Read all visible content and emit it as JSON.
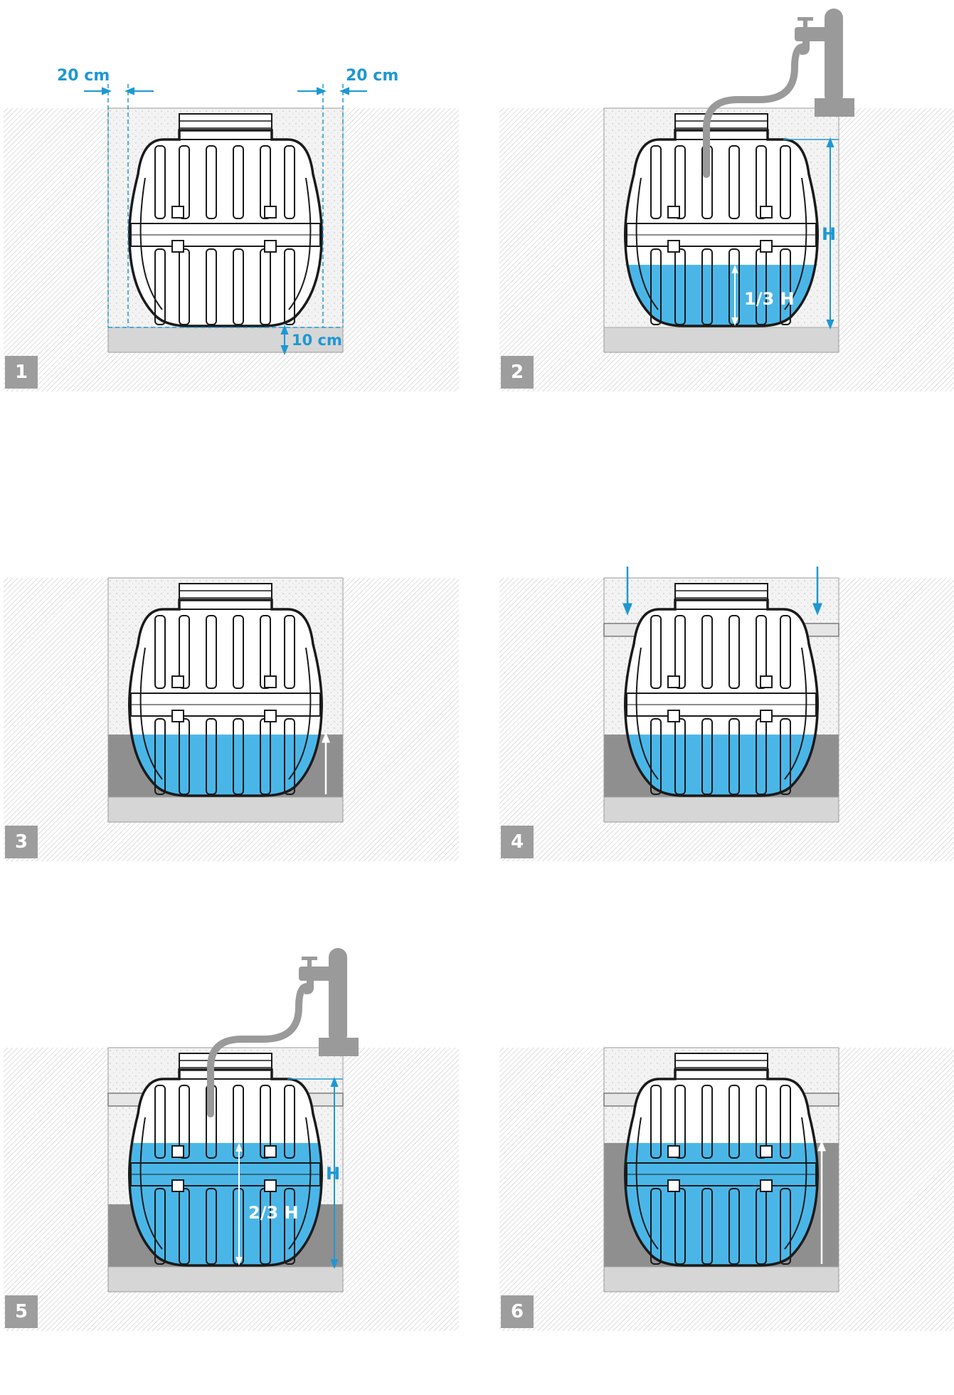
{
  "colors": {
    "water": "#4ab6e8",
    "dimension_blue": "#1d98d3",
    "tank_outline": "#1a1a1a",
    "ground_hatch": "#bdbdbd",
    "backfill_sand": "#f3f3f3",
    "concrete_base": "#d6d6d6",
    "compacted_soil": "#8f8f8f",
    "tap_and_hose": "#9a9a9a",
    "step_badge": "#9d9d9d"
  },
  "steps": [
    {
      "number": "1",
      "labels": {
        "clearance_left": "20 cm",
        "clearance_right": "20 cm",
        "base": "10 cm"
      }
    },
    {
      "number": "2",
      "labels": {
        "height": "H",
        "fill_level": "1/3 H"
      },
      "water_fill_fraction": 0.333,
      "shows_tap": true
    },
    {
      "number": "3",
      "labels": {},
      "water_fill_fraction": 0.333,
      "backfill_fraction": 0.333
    },
    {
      "number": "4",
      "labels": {},
      "water_fill_fraction": 0.333,
      "backfill_fraction": 0.333,
      "shows_pipes": true
    },
    {
      "number": "5",
      "labels": {
        "height": "H",
        "fill_level": "2/3 H"
      },
      "water_fill_fraction": 0.667,
      "backfill_fraction": 0.333,
      "shows_tap": true,
      "shows_pipes": true
    },
    {
      "number": "6",
      "labels": {},
      "water_fill_fraction": 0.667,
      "backfill_fraction": 0.667,
      "shows_pipes": true
    }
  ]
}
